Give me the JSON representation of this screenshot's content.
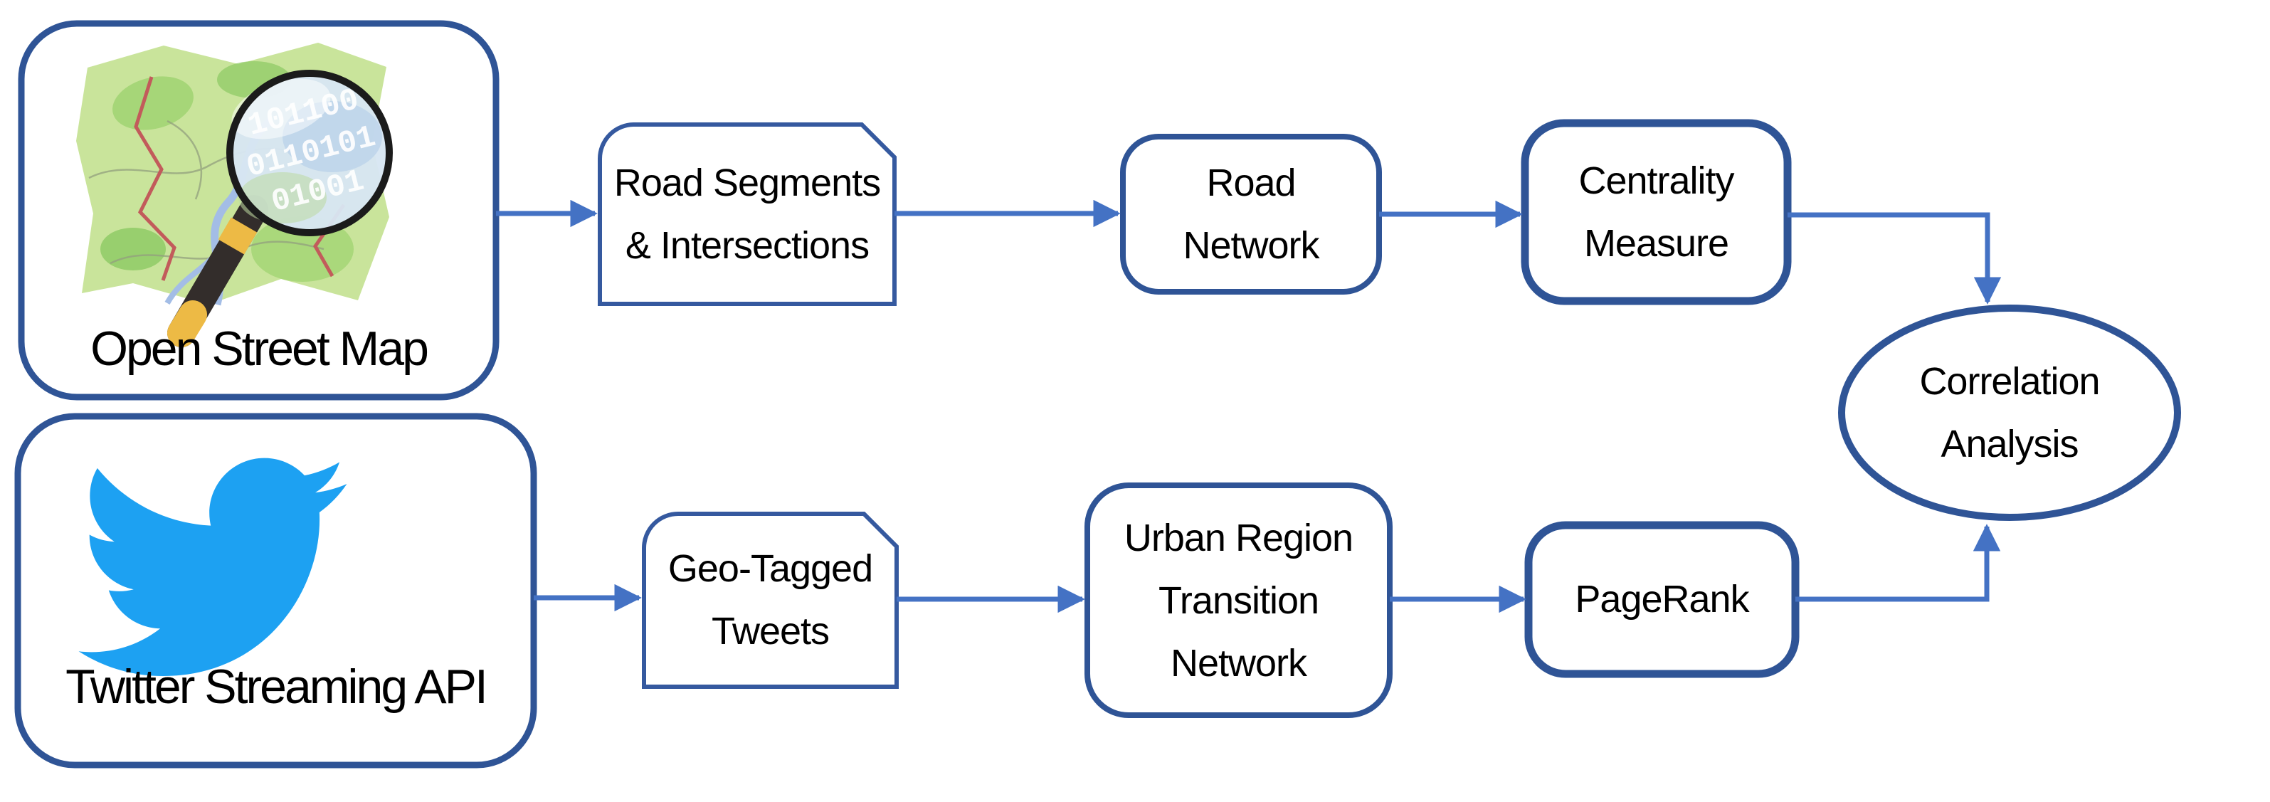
{
  "diagram": {
    "nodes": {
      "open_street_map": {
        "label": "Open Street Map"
      },
      "twitter_streaming_api": {
        "label": "Twitter Streaming API"
      },
      "road_segments": {
        "line1": "Road Segments",
        "line2": "& Intersections"
      },
      "road_network": {
        "line1": "Road",
        "line2": "Network"
      },
      "centrality_measure": {
        "line1": "Centrality",
        "line2": "Measure"
      },
      "geo_tagged_tweets": {
        "line1": "Geo-Tagged",
        "line2": "Tweets"
      },
      "urban_region_transition_network": {
        "line1": "Urban Region",
        "line2": "Transition",
        "line3": "Network"
      },
      "pagerank": {
        "label": "PageRank"
      },
      "correlation_analysis": {
        "line1": "Correlation",
        "line2": "Analysis"
      }
    },
    "osm_logo_binary": {
      "row1": "101100",
      "row2": "0110101",
      "row3": "01001"
    },
    "colors": {
      "node_border_dark": "#2F5496",
      "card_border": "#35599F",
      "arrow": "#4472C4",
      "twitter_blue": "#1DA1F2",
      "label_text": "#000000",
      "map_green": "#C9E49B",
      "map_green_dark": "#A6D678",
      "lens_fill": "#D7E6F2"
    }
  }
}
